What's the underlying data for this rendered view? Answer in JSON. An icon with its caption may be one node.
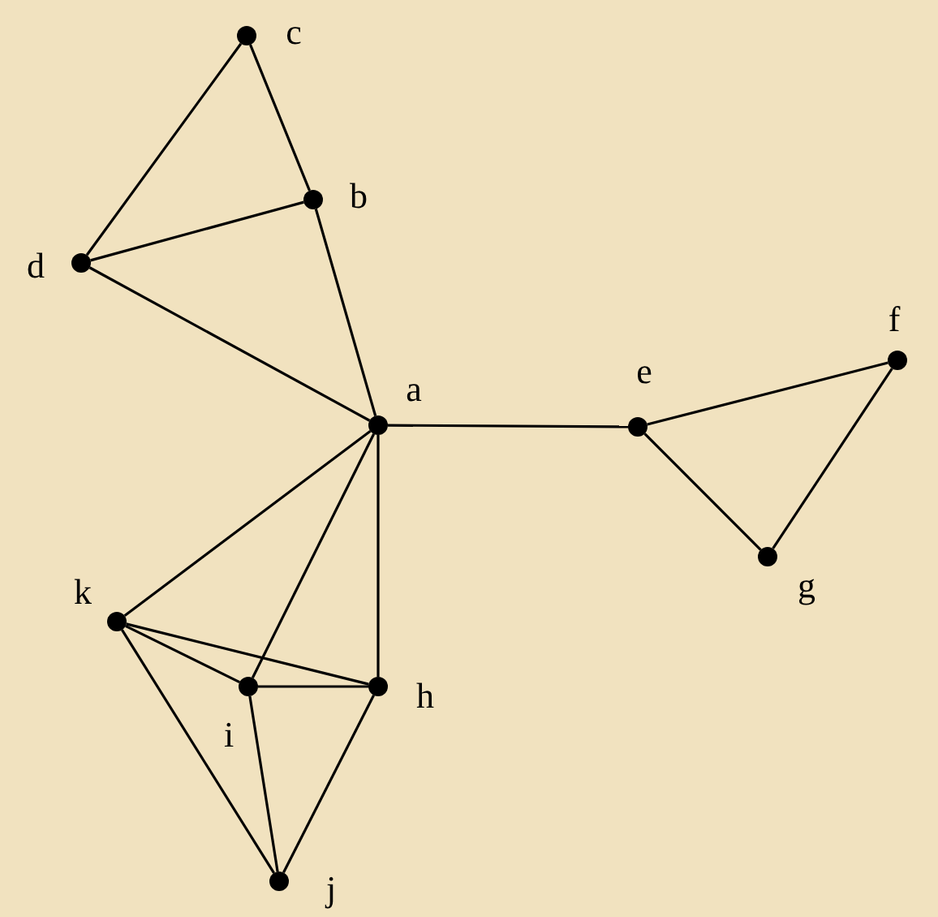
{
  "diagram": {
    "nodes": [
      {
        "text": [],
        "shape": "circle",
        "beside": [
          "c"
        ]
      },
      {
        "text": [],
        "shape": "circle",
        "beside": [
          "b"
        ]
      },
      {
        "text": [],
        "shape": "circle",
        "beside": [
          "d"
        ]
      },
      {
        "text": [],
        "shape": "circle",
        "beside": [
          "f"
        ]
      },
      {
        "text": [],
        "shape": "circle",
        "beside": [
          "a"
        ]
      },
      {
        "text": [],
        "shape": "circle",
        "beside": [
          "e"
        ]
      },
      {
        "text": [],
        "shape": "circle",
        "beside": [
          "g"
        ]
      },
      {
        "text": [],
        "shape": "circle",
        "beside": [
          "k"
        ]
      },
      {
        "text": [],
        "shape": "circle",
        "beside": [
          "i"
        ]
      },
      {
        "text": [],
        "shape": "circle",
        "beside": [
          "h"
        ]
      },
      {
        "text": [],
        "shape": "circle",
        "beside": [
          "j"
        ]
      }
    ],
    "edges": [
      {
        "from": 0,
        "to": 1,
        "arrow": "none"
      },
      {
        "from": 0,
        "to": 2,
        "arrow": "none"
      },
      {
        "from": 2,
        "to": 1,
        "arrow": "none"
      },
      {
        "from": 2,
        "to": 4,
        "arrow": "none"
      },
      {
        "from": 1,
        "to": 4,
        "arrow": "none"
      },
      {
        "from": 4,
        "to": 5,
        "arrow": "none"
      },
      {
        "from": 5,
        "to": 3,
        "arrow": "none"
      },
      {
        "from": 5,
        "to": 6,
        "arrow": "none"
      },
      {
        "from": 3,
        "to": 6,
        "arrow": "none"
      },
      {
        "from": 4,
        "to": 7,
        "arrow": "none"
      },
      {
        "from": 4,
        "to": 8,
        "arrow": "none"
      },
      {
        "from": 4,
        "to": 9,
        "arrow": "none"
      },
      {
        "from": 7,
        "to": 8,
        "arrow": "none"
      },
      {
        "from": 7,
        "to": 9,
        "arrow": "none"
      },
      {
        "from": 7,
        "to": 10,
        "arrow": "none"
      },
      {
        "from": 8,
        "to": 9,
        "arrow": "none"
      },
      {
        "from": 8,
        "to": 10,
        "arrow": "none"
      },
      {
        "from": 9,
        "to": 10,
        "arrow": "none"
      }
    ]
  }
}
